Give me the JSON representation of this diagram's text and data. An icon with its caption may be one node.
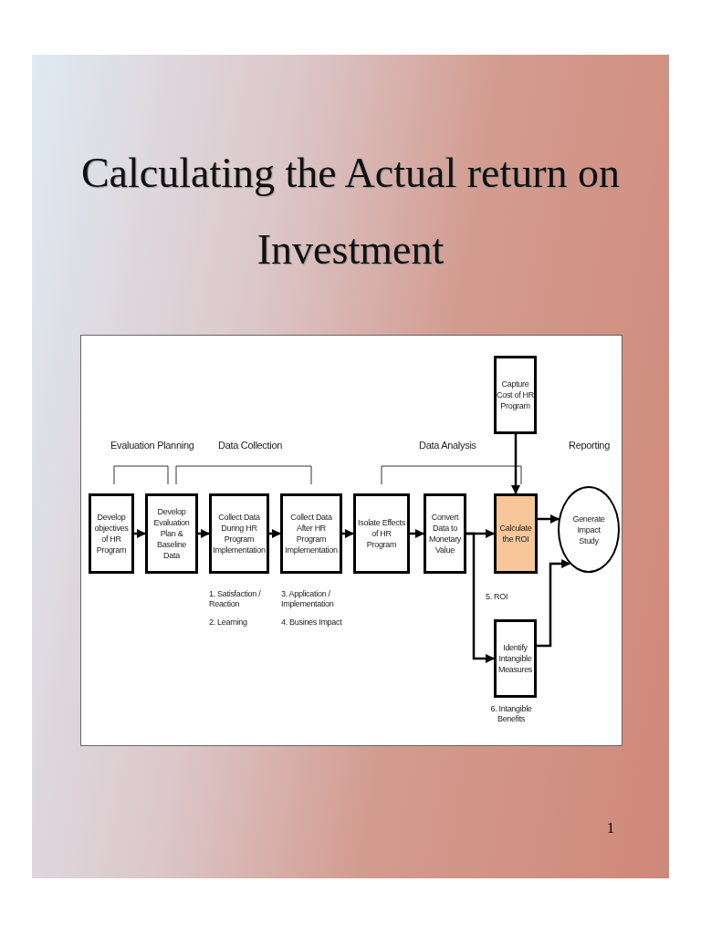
{
  "diagram": {
    "title": "Calculating the Actual return on Investment",
    "nodes": [
      {
        "text": [
          "Develop objectives of HR Program"
        ]
      },
      {
        "text": [
          "Develop Evaluation Plan & Baseline Data"
        ]
      },
      {
        "text": [
          "Collect Data During HR Program Implementation"
        ],
        "beside": [
          "1. Satisfaction / Reaction",
          "2. Learning"
        ]
      },
      {
        "text": [
          "Collect Data After HR Program Implementation"
        ],
        "beside": [
          "3. Application / Implementation",
          "4. Busines Impact"
        ]
      },
      {
        "text": [
          "Isolate Effects of HR Program"
        ]
      },
      {
        "text": [
          "Convert Data to Monetary Value"
        ]
      },
      {
        "text": [
          "Calculate the ROI"
        ],
        "beside": [
          "5. ROI"
        ]
      },
      {
        "text": [
          "Capture Cost of HR Program"
        ]
      },
      {
        "text": [
          "Generate Impact Study"
        ]
      },
      {
        "text": [
          "Identify Intangible Measures"
        ],
        "beside": [
          "6. Intangible Benefits"
        ]
      }
    ],
    "edges": [
      {
        "from": 0,
        "to": 1,
        "arrow": "to"
      },
      {
        "from": 1,
        "to": 2,
        "arrow": "to"
      },
      {
        "from": 2,
        "to": 3,
        "arrow": "to"
      },
      {
        "from": 3,
        "to": 4,
        "arrow": "to"
      },
      {
        "from": 4,
        "to": 5,
        "arrow": "to"
      },
      {
        "from": 5,
        "to": 6,
        "arrow": "to"
      },
      {
        "from": 7,
        "to": 6,
        "arrow": "to"
      },
      {
        "from": 6,
        "to": 8,
        "arrow": "to"
      },
      {
        "from": 5,
        "to": 9,
        "arrow": "to"
      },
      {
        "from": 9,
        "to": 8,
        "arrow": "to"
      }
    ],
    "labels": [
      "Evaluation Planning",
      "Data Collection",
      "Data Analysis",
      "Reporting",
      "1"
    ]
  }
}
